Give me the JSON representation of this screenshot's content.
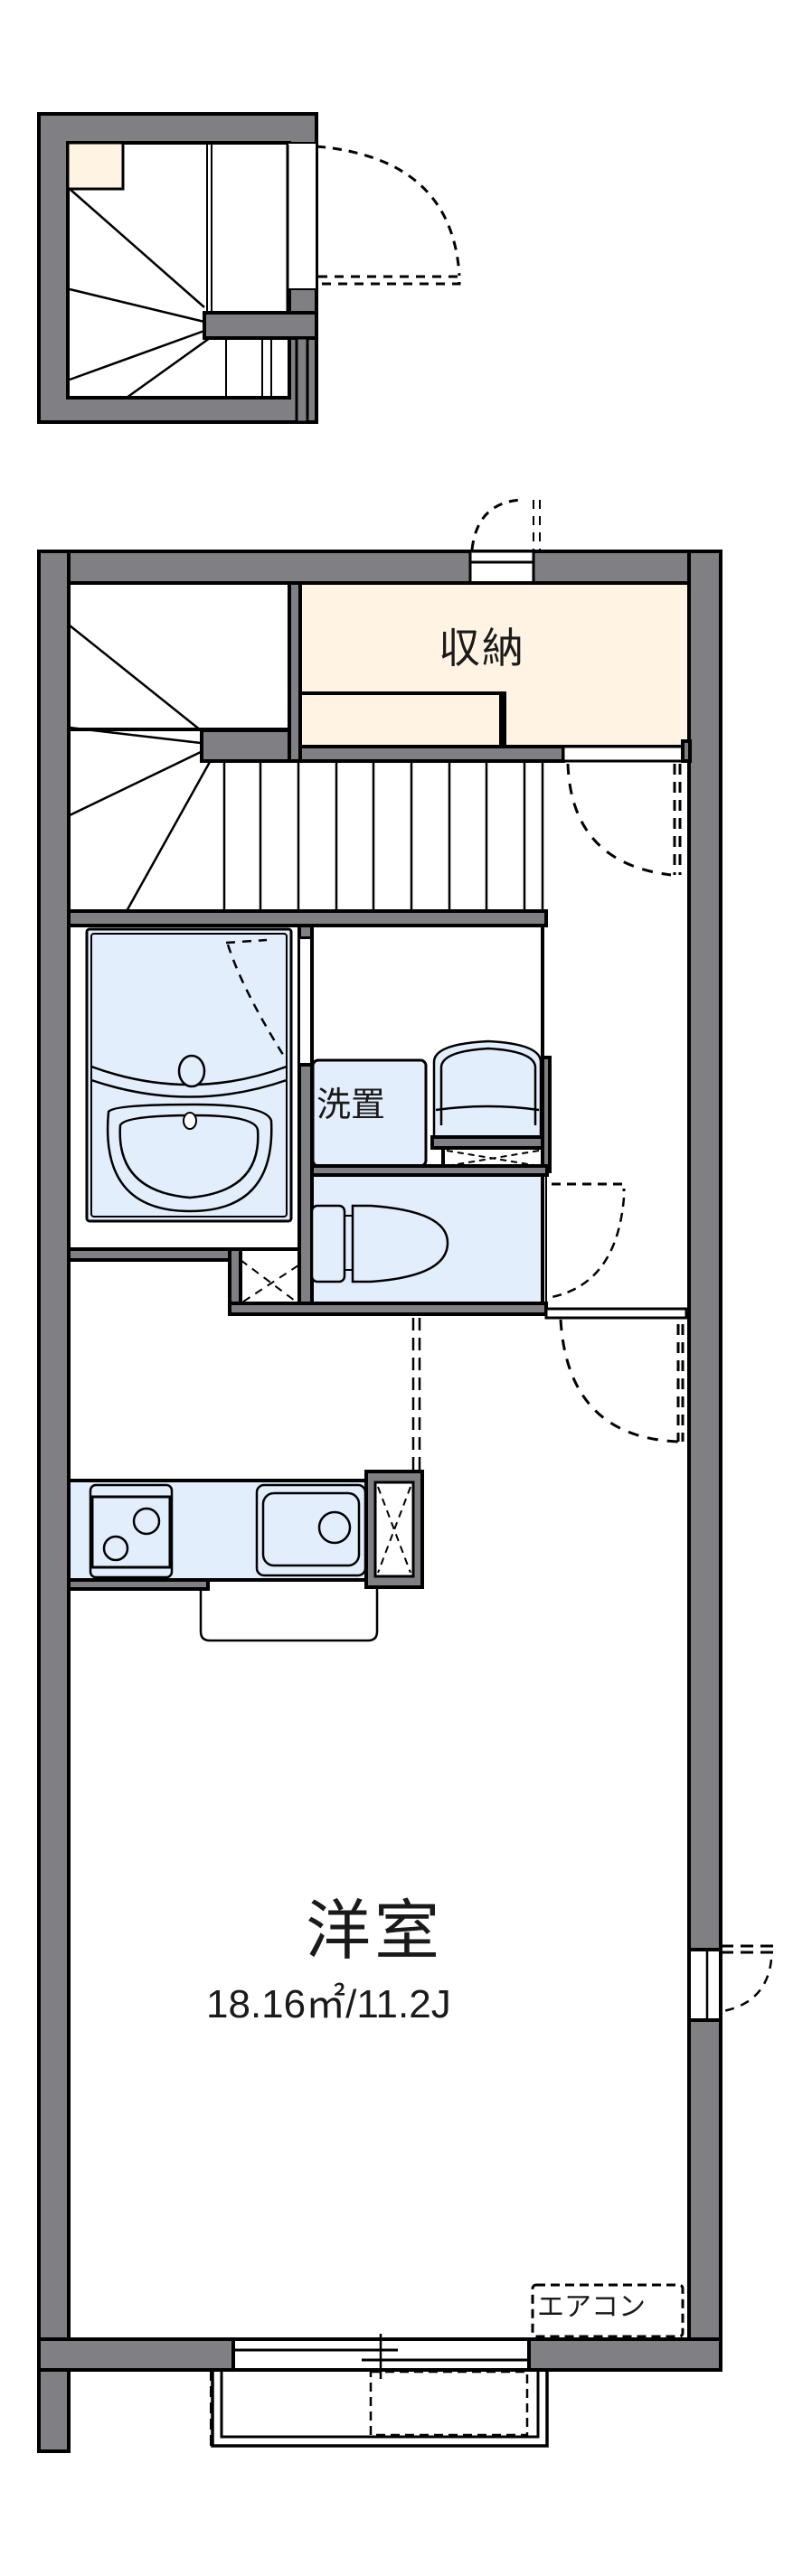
{
  "floor_plan": {
    "rooms": [
      {
        "id": "storage",
        "label": "収納",
        "fill": "#fff4e3"
      },
      {
        "id": "washroom",
        "label": "洗置",
        "fill": "#e3eefc"
      },
      {
        "id": "western_room",
        "label": "洋室",
        "area": "18.16㎡/11.2J"
      },
      {
        "id": "aircon",
        "label": "エアコン"
      }
    ],
    "colors": {
      "wall": "#808084",
      "outline": "#000000",
      "fixture_fill": "#e3eefc",
      "storage_fill": "#fff4e3"
    },
    "fixtures": [
      "unit-bath",
      "washbasin",
      "washing-machine-space",
      "toilet",
      "kitchen-stove",
      "kitchen-sink",
      "pipe-shaft",
      "stairs",
      "balcony"
    ]
  }
}
